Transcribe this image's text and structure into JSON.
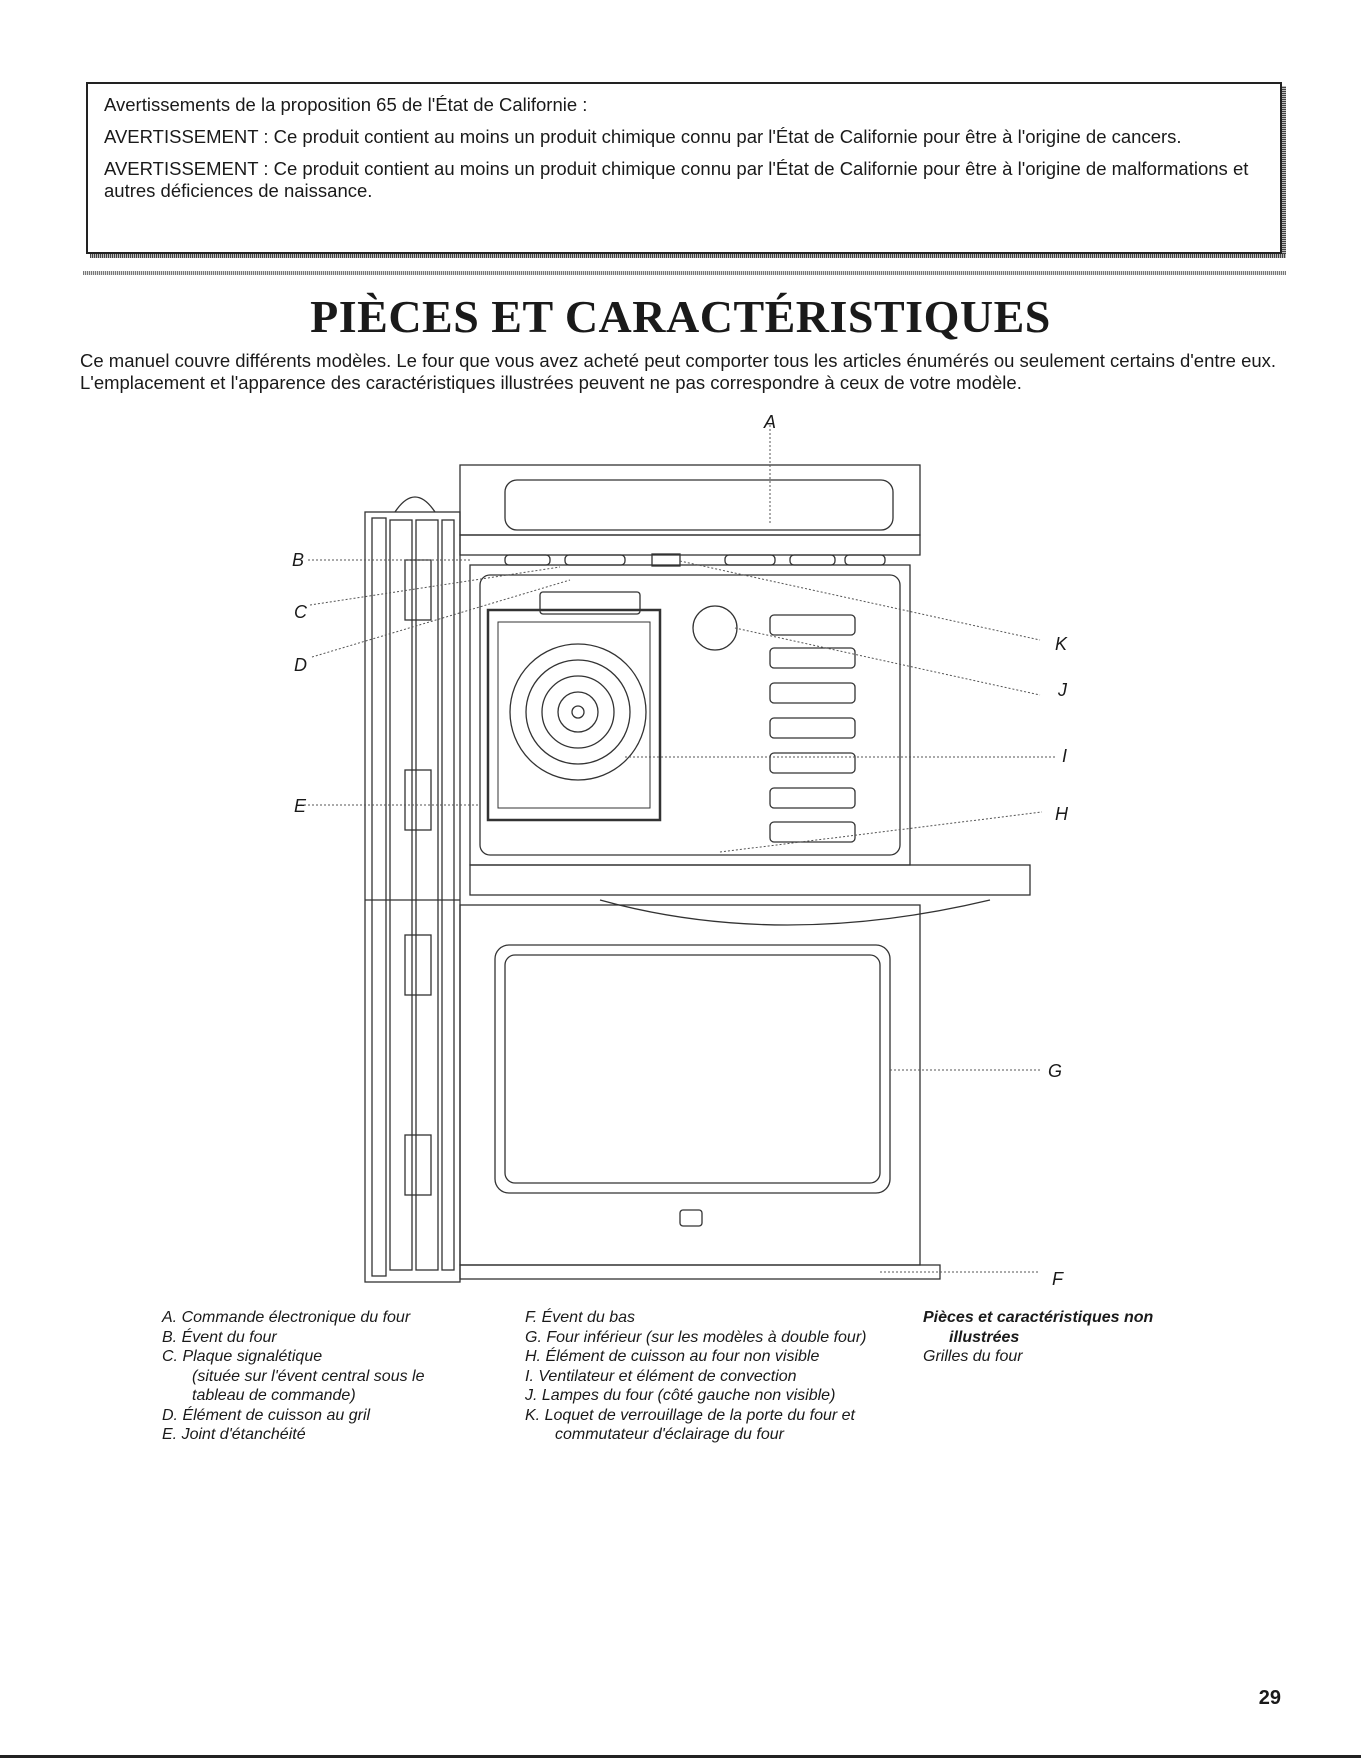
{
  "warning": {
    "heading": "Avertissements de la proposition 65 de l'État de Californie :",
    "p1": "AVERTISSEMENT : Ce produit contient au moins un produit chimique connu par l'État de Californie pour être à l'origine de cancers.",
    "p2": "AVERTISSEMENT : Ce produit contient au moins un produit chimique connu par l'État de Californie pour être à l'origine de malformations et autres déficiences de naissance."
  },
  "title": "PIÈCES ET CARACTÉRISTIQUES",
  "intro": "Ce manuel couvre différents modèles. Le four que vous avez acheté peut comporter tous les articles énumérés ou seulement certains d'entre eux. L'emplacement et l'apparence des caractéristiques illustrées peuvent ne pas correspondre à ceux de votre modèle.",
  "diagram": {
    "labels": {
      "A": "A",
      "B": "B",
      "C": "C",
      "D": "D",
      "E": "E",
      "F": "F",
      "G": "G",
      "H": "H",
      "I": "I",
      "J": "J",
      "K": "K"
    }
  },
  "legend": {
    "col1": {
      "a": "A. Commande électronique du four",
      "b": "B. Évent du four",
      "c": "C. Plaque signalétique",
      "c_sub1": "(située sur l'évent central sous le",
      "c_sub2": "tableau de commande)",
      "d": "D. Élément de cuisson au gril",
      "e": "E. Joint d'étanchéité"
    },
    "col2": {
      "f": "F. Évent du bas",
      "g": "G. Four inférieur (sur les modèles à double four)",
      "h": "H. Élément de cuisson au four non visible",
      "i": "I. Ventilateur et élément de convection",
      "j": "J. Lampes du four (côté gauche non visible)",
      "k": "K. Loquet de verrouillage de la porte du four et",
      "k_sub": "commutateur d'éclairage du four"
    },
    "col3": {
      "heading1": "Pièces et caractéristiques non",
      "heading2": "illustrées",
      "item": "Grilles du four"
    }
  },
  "page_number": "29"
}
